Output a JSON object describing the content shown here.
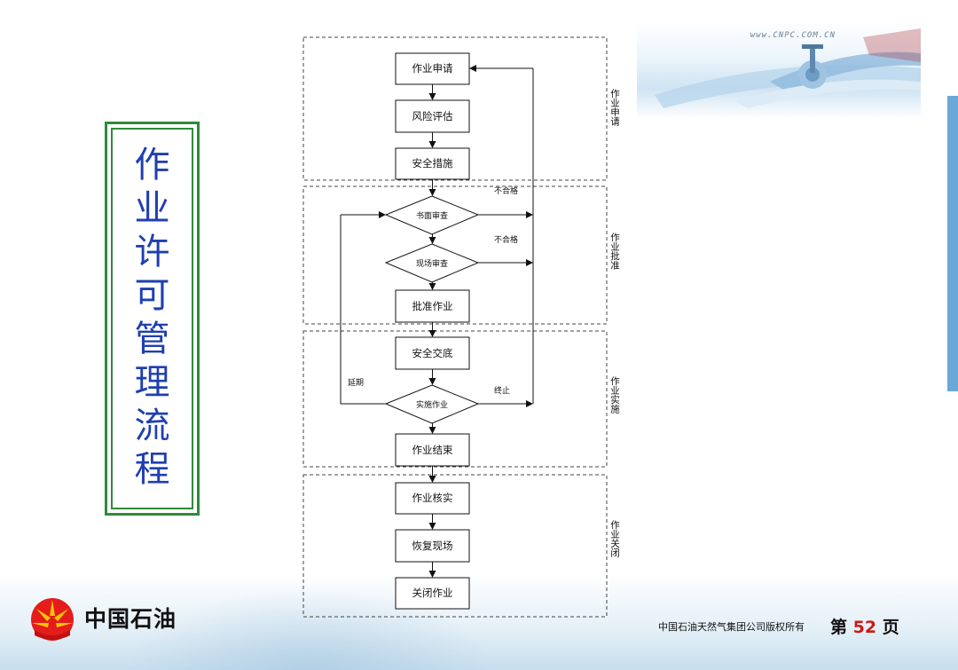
{
  "title": "作业许可管理流程",
  "banner": {
    "url": "www.CNPC.COM.CN"
  },
  "logo": {
    "name": "中国石油"
  },
  "footer": {
    "copyright": "中国石油天然气集团公司版权所有",
    "page_prefix": "第",
    "page_number": "52",
    "page_suffix": "页"
  },
  "flow": {
    "phases": [
      {
        "id": "apply",
        "label": "作业申请"
      },
      {
        "id": "approve",
        "label": "作业批准"
      },
      {
        "id": "execute",
        "label": "作业实施"
      },
      {
        "id": "close",
        "label": "作业关闭"
      }
    ],
    "nodes": {
      "apply": "作业申请",
      "risk": "风险评估",
      "safety": "安全措施",
      "written_review": "书面审查",
      "site_review": "现场审查",
      "approve": "批准作业",
      "briefing": "安全交底",
      "execute": "实施作业",
      "finish": "作业结束",
      "verify": "作业核实",
      "restore": "恢复现场",
      "close": "关闭作业"
    },
    "edge_labels": {
      "fail_written": "不合格",
      "fail_site": "不合格",
      "stop": "终止",
      "extend": "延期"
    }
  },
  "colors": {
    "title_text": "#1f3fb0",
    "frame": "#2f8a3a",
    "page_number": "#cc1a12",
    "accent_bar": "#6aa8d8"
  }
}
